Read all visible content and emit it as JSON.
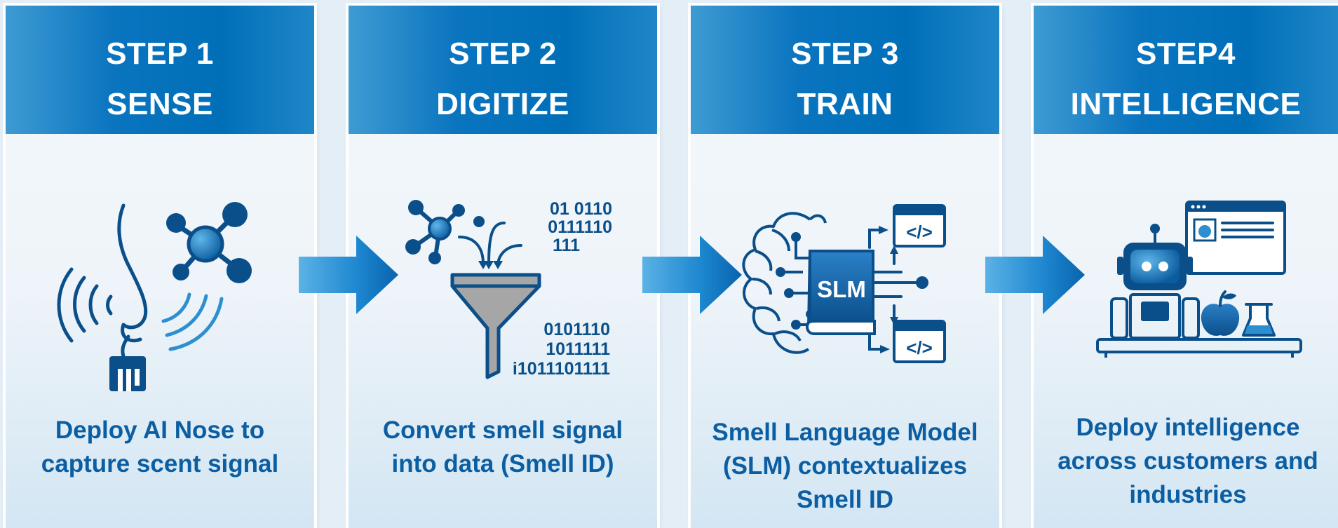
{
  "steps": [
    {
      "title_line1": "STEP 1",
      "title_line2": "SENSE",
      "icon": "nose-sensor-molecule-icon",
      "description": [
        "Deploy AI Nose to",
        "capture scent signal"
      ]
    },
    {
      "title_line1": "STEP 2",
      "title_line2": "DIGITIZE",
      "icon": "molecule-funnel-binary-icon",
      "icon_text": {
        "input": [
          "01 0110",
          "0111110",
          "111"
        ],
        "output": [
          "0101110",
          "1011111",
          "i1011101111"
        ]
      },
      "description": [
        "Convert smell signal",
        "into data (Smell ID)"
      ]
    },
    {
      "title_line1": "STEP 3",
      "title_line2": "TRAIN",
      "icon": "brain-slm-book-code-icon",
      "icon_text": {
        "book_label": "SLM",
        "code_label": "</>"
      },
      "description": [
        "Smell Language Model",
        "(SLM) contextualizes",
        "Smell ID"
      ]
    },
    {
      "title_line1": "STEP4",
      "title_line2": "INTELLIGENCE",
      "icon": "robot-dashboard-apple-flask-icon",
      "description": [
        "Deploy intelligence",
        "across customers and",
        "industries"
      ]
    }
  ],
  "colors": {
    "header_blue": "#0a74bf",
    "icon_blue": "#0b4f8a",
    "text_blue": "#0c5ea2",
    "arrow_blue": "#1577c4",
    "funnel_gray": "#a6a6a6"
  }
}
